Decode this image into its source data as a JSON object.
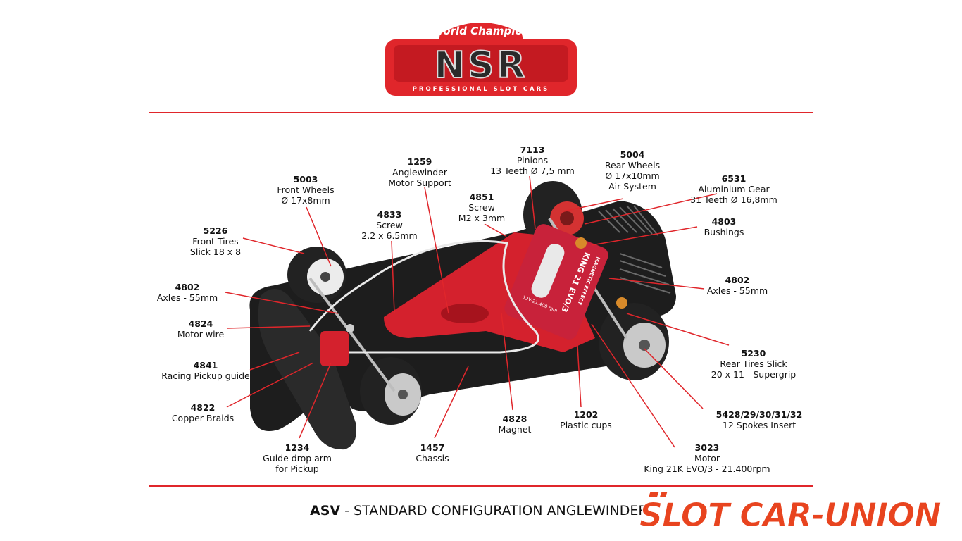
{
  "logo": {
    "top_text": "World Champion",
    "brand": "NSR",
    "tagline": "PROFESSIONAL SLOT CARS"
  },
  "colors": {
    "accent": "#e0262b",
    "chassis": "#1c1c1c",
    "motor": "#c8223a"
  },
  "parts": [
    {
      "id": "p5003",
      "num": "5003",
      "lines": [
        "Front Wheels",
        "Ø 17x8mm"
      ]
    },
    {
      "id": "p5226",
      "num": "5226",
      "lines": [
        "Front Tires",
        "Slick 18 x 8"
      ]
    },
    {
      "id": "p4802a",
      "num": "4802",
      "lines": [
        "Axles - 55mm"
      ]
    },
    {
      "id": "p4824",
      "num": "4824",
      "lines": [
        "Motor wire"
      ]
    },
    {
      "id": "p4841",
      "num": "4841",
      "lines": [
        "Racing Pickup guide"
      ]
    },
    {
      "id": "p4822",
      "num": "4822",
      "lines": [
        "Copper Braids"
      ]
    },
    {
      "id": "p1234",
      "num": "1234",
      "lines": [
        "Guide drop arm",
        "for Pickup"
      ]
    },
    {
      "id": "p4833",
      "num": "4833",
      "lines": [
        "Screw",
        "2.2 x 6.5mm"
      ]
    },
    {
      "id": "p1259",
      "num": "1259",
      "lines": [
        "Anglewinder",
        "Motor Support"
      ]
    },
    {
      "id": "p4851",
      "num": "4851",
      "lines": [
        "Screw",
        "M2 x 3mm"
      ]
    },
    {
      "id": "p7113",
      "num": "7113",
      "lines": [
        "Pinions",
        "13 Teeth Ø 7,5 mm"
      ]
    },
    {
      "id": "p5004",
      "num": "5004",
      "lines": [
        "Rear Wheels",
        "Ø 17x10mm",
        "Air System"
      ]
    },
    {
      "id": "p6531",
      "num": "6531",
      "lines": [
        "Aluminium Gear",
        "31 Teeth Ø 16,8mm"
      ]
    },
    {
      "id": "p4803",
      "num": "4803",
      "lines": [
        "Bushings"
      ]
    },
    {
      "id": "p4802b",
      "num": "4802",
      "lines": [
        "Axles - 55mm"
      ]
    },
    {
      "id": "p5230",
      "num": "5230",
      "lines": [
        "Rear Tires Slick",
        "20 x 11 - Supergrip"
      ]
    },
    {
      "id": "p5428",
      "num": "5428/29/30/31/32",
      "lines": [
        "12 Spokes Insert"
      ]
    },
    {
      "id": "p1457",
      "num": "1457",
      "lines": [
        "Chassis"
      ]
    },
    {
      "id": "p4828",
      "num": "4828",
      "lines": [
        "Magnet"
      ]
    },
    {
      "id": "p1202",
      "num": "1202",
      "lines": [
        "Plastic cups"
      ]
    },
    {
      "id": "p3023",
      "num": "3023",
      "lines": [
        "Motor",
        "King 21K EVO/3 - 21.400rpm"
      ]
    }
  ],
  "motor_print": {
    "model": "KING 21 EVO/3",
    "effect": "MAGNETIC EFFECT",
    "spec": "12V-21.400 rpm"
  },
  "footer": {
    "code": "ASV",
    "text": " - STANDARD CONFIGURATION ANGLEWINDER"
  },
  "watermark": "SLOT CAR-UNION"
}
